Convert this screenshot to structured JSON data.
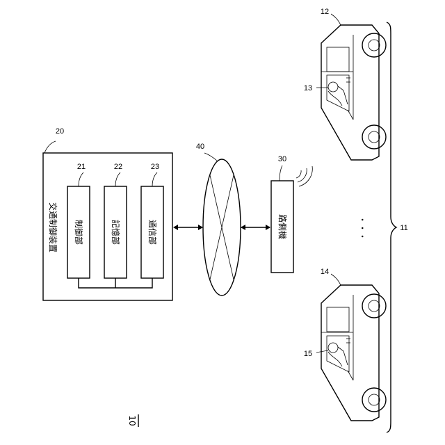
{
  "figure_label": "10",
  "traffic_control_device": {
    "ref": "20",
    "title": "交通制御装置",
    "units": [
      {
        "ref": "21",
        "label": "制御部"
      },
      {
        "ref": "22",
        "label": "記憶部"
      },
      {
        "ref": "23",
        "label": "通信部"
      }
    ]
  },
  "network": {
    "ref": "40"
  },
  "roadside_unit": {
    "ref": "30",
    "label": "路側機"
  },
  "vehicle_group": {
    "ref": "11",
    "ellipsis": "・・・"
  },
  "vehicles": [
    {
      "ref": "12",
      "occupant_ref": "13"
    },
    {
      "ref": "14",
      "occupant_ref": "15"
    }
  ]
}
